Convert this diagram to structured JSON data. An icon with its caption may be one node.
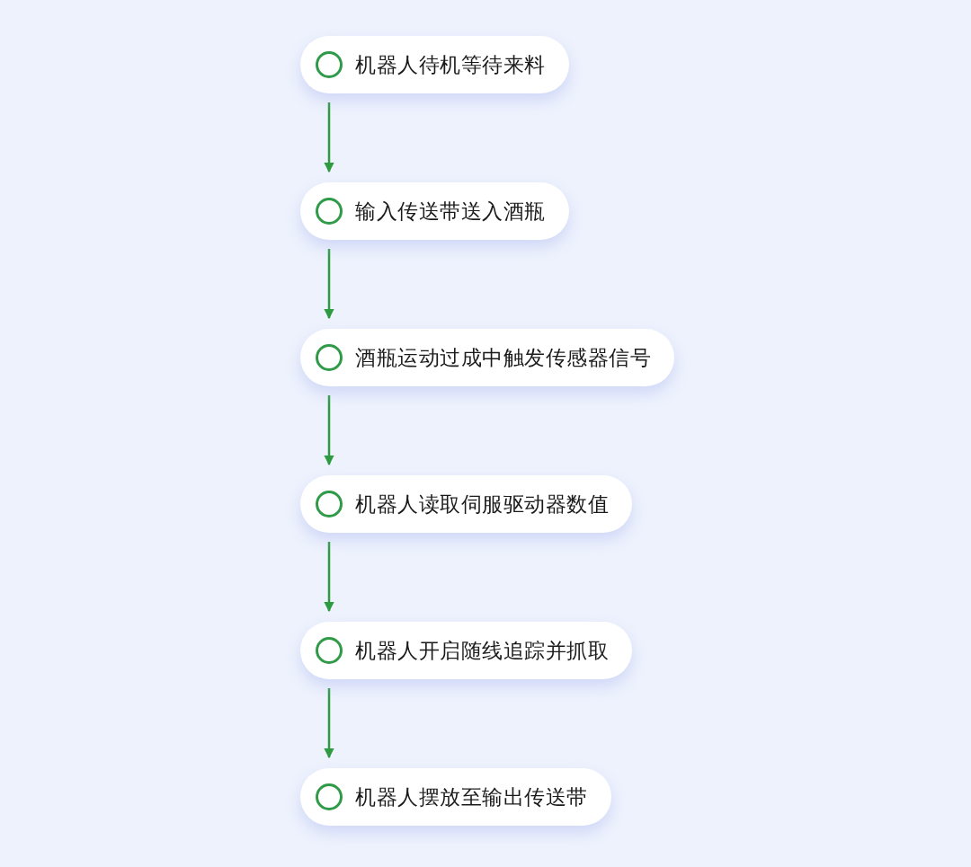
{
  "diagram": {
    "nodes": [
      {
        "text": [
          "机器人待机等待来料"
        ]
      },
      {
        "text": [
          "输入传送带送入酒瓶"
        ]
      },
      {
        "text": [
          "酒瓶运动过成中触发传感器信号"
        ]
      },
      {
        "text": [
          "机器人读取伺服驱动器数值"
        ]
      },
      {
        "text": [
          "机器人开启随线追踪并抓取"
        ]
      },
      {
        "text": [
          "机器人摆放至输出传送带"
        ]
      }
    ],
    "edges": [
      {
        "from": 0,
        "to": 1,
        "arrow": "to"
      },
      {
        "from": 1,
        "to": 2,
        "arrow": "to"
      },
      {
        "from": 2,
        "to": 3,
        "arrow": "to"
      },
      {
        "from": 3,
        "to": 4,
        "arrow": "to"
      },
      {
        "from": 4,
        "to": 5,
        "arrow": "to"
      }
    ]
  }
}
